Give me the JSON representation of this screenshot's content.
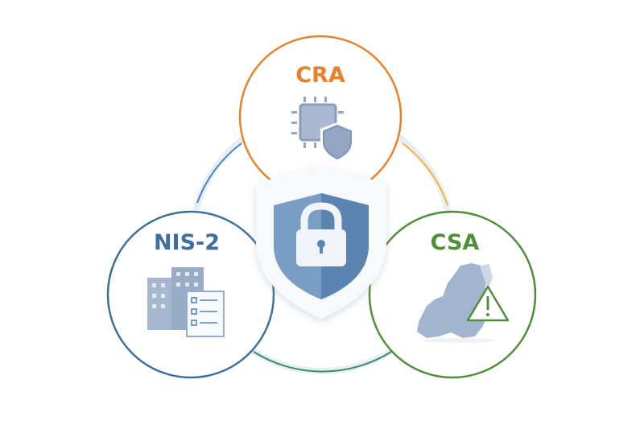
{
  "diagram": {
    "nodes": [
      {
        "id": "cra",
        "label": "CRA",
        "icon": "chip-shield-icon",
        "color": "#e8822a"
      },
      {
        "id": "nis2",
        "label": "NIS-2",
        "icon": "building-checklist-icon",
        "color": "#3f6f9e"
      },
      {
        "id": "csa",
        "label": "CSA",
        "icon": "europe-map-warning-icon",
        "color": "#4f8f3a"
      }
    ],
    "center": {
      "icon": "shield-lock-icon",
      "color": "#5b84b1"
    }
  }
}
